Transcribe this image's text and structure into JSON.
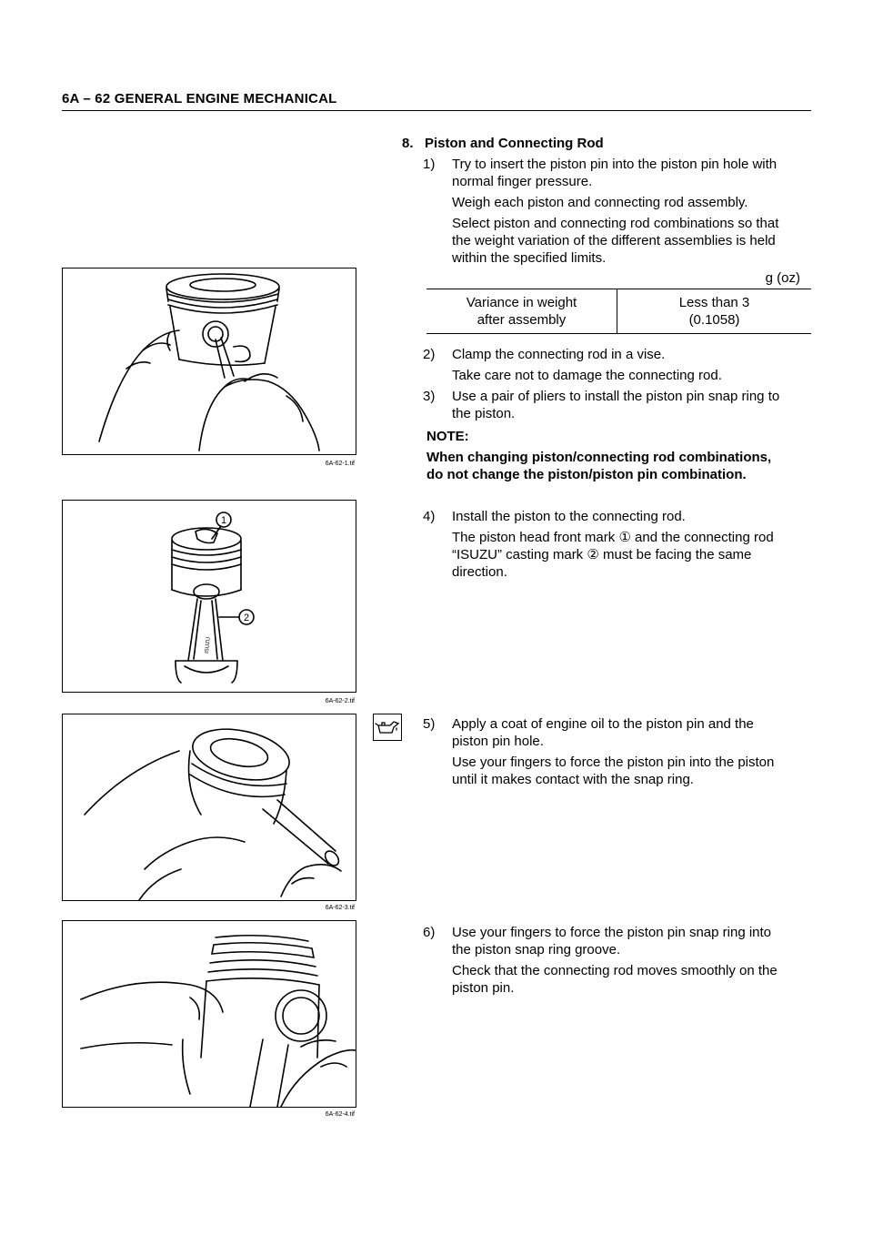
{
  "header": {
    "title": "6A – 62  GENERAL ENGINE MECHANICAL"
  },
  "section": {
    "heading": "8.   Piston and Connecting Rod"
  },
  "steps": {
    "s1_num": "1)",
    "s1_l1": "Try to insert the piston pin into the piston pin hole with",
    "s1_l2": "normal finger pressure.",
    "s1_p2": "Weigh each piston and connecting rod assembly.",
    "s1_p3_l1": "Select piston and connecting rod combinations so that",
    "s1_p3_l2": "the weight variation of the different assemblies is held",
    "s1_p3_l3": "within the specified limits.",
    "s2_num": "2)",
    "s2_l1": "Clamp the connecting rod in a vise.",
    "s2_p2": "Take care not to damage the connecting rod.",
    "s3_num": "3)",
    "s3_l1": "Use a pair of pliers to install the piston pin snap ring to",
    "s3_l2": "the piston.",
    "note_label": "NOTE:",
    "note_l1": "When changing piston/connecting rod combinations,",
    "note_l2": "do not change the piston/piston pin combination.",
    "s4_num": "4)",
    "s4_l1": "Install the piston to the connecting rod.",
    "s4_p2_l1a": "The piston head front mark ",
    "s4_mark1": "①",
    "s4_p2_l1b": " and the connecting rod",
    "s4_p2_l2a": "“ISUZU” casting mark ",
    "s4_mark2": "②",
    "s4_p2_l2b": " must be facing the same",
    "s4_p2_l3": "direction.",
    "s5_num": "5)",
    "s5_l1": "Apply a coat of engine oil to the piston pin and the",
    "s5_l2": "piston pin hole.",
    "s5_p2_l1": "Use your fingers to force the piston pin into the piston",
    "s5_p2_l2": "until it makes contact with the snap ring.",
    "s6_num": "6)",
    "s6_l1": "Use your fingers to force the piston pin snap ring into",
    "s6_l2": "the piston snap ring groove.",
    "s6_p2_l1": "Check that the connecting rod moves smoothly on the",
    "s6_p2_l2": "piston pin."
  },
  "spec_table": {
    "unit": "g (oz)",
    "row_label_l1": "Variance in weight",
    "row_label_l2": "after assembly",
    "row_value_l1": "Less than 3",
    "row_value_l2": "(0.1058)"
  },
  "figures": {
    "f1_label": "6A-62-1.tif",
    "f2_label": "6A-62-2.tif",
    "f3_label": "6A-62-3.tif",
    "f4_label": "6A-62-4.tif",
    "f2_callout1": "1",
    "f2_callout2": "2",
    "f2_rod_text": "ISUZU"
  },
  "icons": {
    "oil": "engine-oil-can-icon"
  }
}
